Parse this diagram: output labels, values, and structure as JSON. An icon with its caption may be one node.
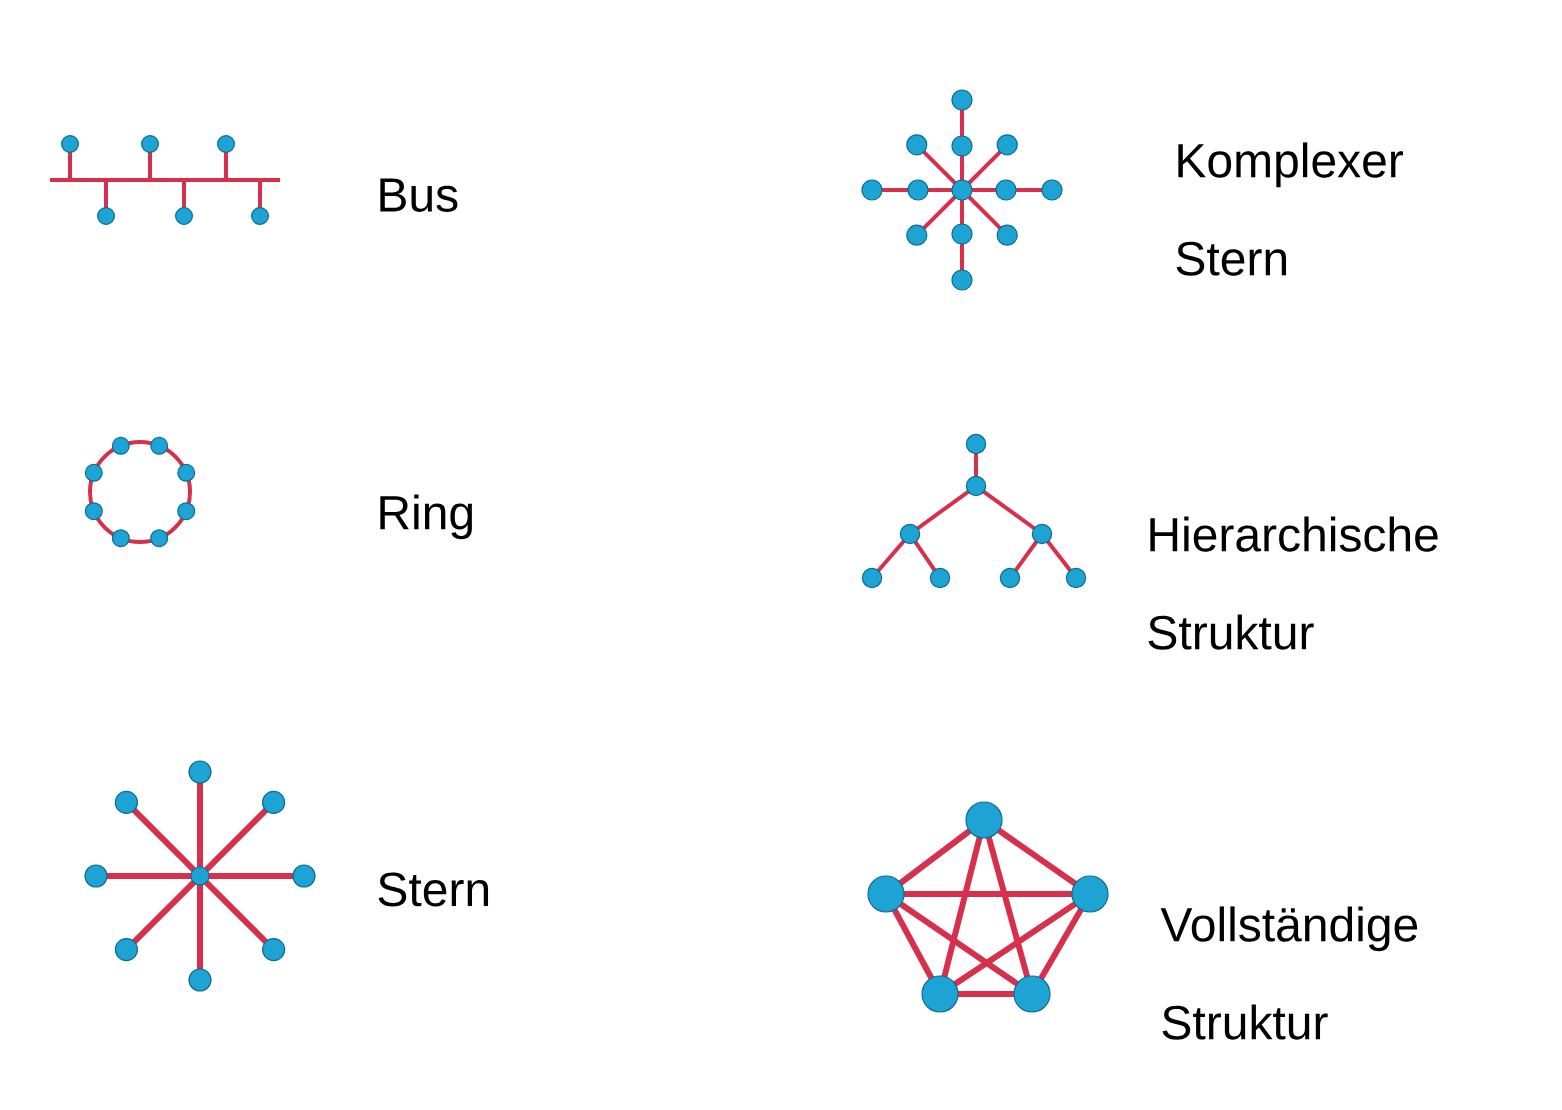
{
  "diagram": {
    "labels": [
      "Bus",
      "Komplexer Stern",
      "Ring",
      "Hierarchische Struktur",
      "Stern",
      "Vollständige Struktur"
    ]
  }
}
